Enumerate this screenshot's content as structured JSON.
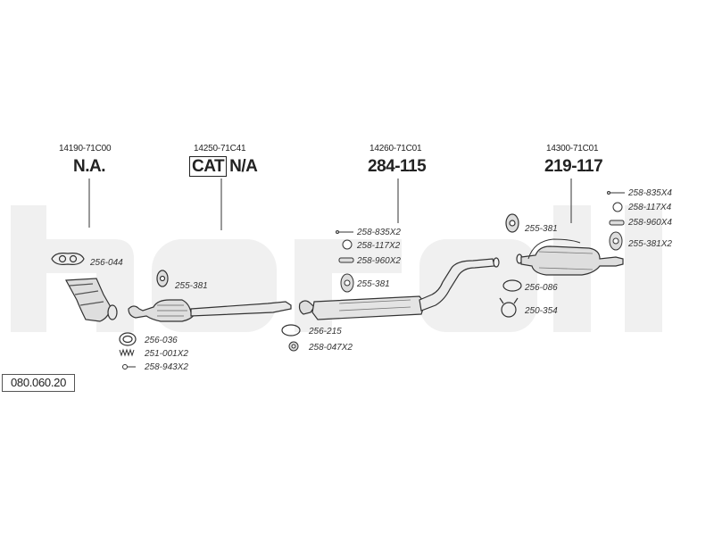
{
  "reference": "080.060.20",
  "sections": [
    {
      "id": "downpipe",
      "part_number": "14190-71C00",
      "price": "N.A."
    },
    {
      "id": "catalyst",
      "part_number": "14250-71C41",
      "cat_badge": "CAT",
      "price": "N/A"
    },
    {
      "id": "center",
      "part_number": "14260-71C01",
      "price": "284-115"
    },
    {
      "id": "rear",
      "part_number": "14300-71C01",
      "price": "219-117"
    }
  ],
  "fittings": {
    "f_256_044": "256-044",
    "f_256_036": "256-036",
    "f_251_001": "251-001X2",
    "f_258_943": "258-943X2",
    "f_255_381_a": "255-381",
    "f_256_215": "256-215",
    "f_258_047": "258-047X2",
    "f_258_835_c": "258-835X2",
    "f_258_117_c": "258-117X2",
    "f_258_960_c": "258-960X2",
    "f_255_381_b": "255-381",
    "f_255_381_c": "255-381",
    "f_256_086": "256-086",
    "f_250_354": "250-354",
    "f_258_835_r": "258-835X4",
    "f_258_117_r": "258-117X4",
    "f_258_960_r": "258-960X4",
    "f_255_381_r": "255-381X2"
  }
}
